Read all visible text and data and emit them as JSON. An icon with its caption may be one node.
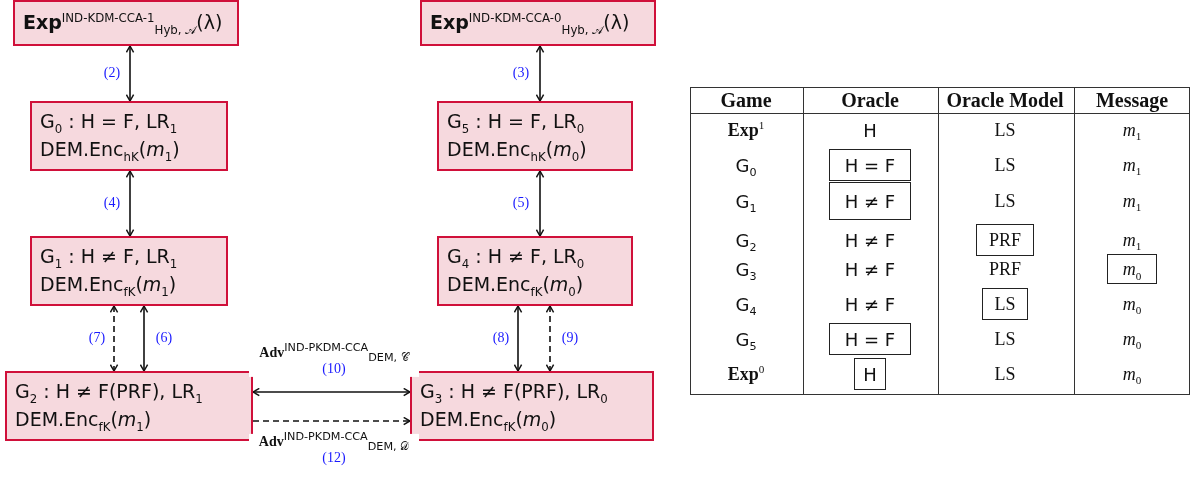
{
  "diagram": {
    "nodes": [
      {
        "text": [
          "**Exp**$^{IND-KDM-CCA-1}$$_{Hyb, 𝒜}$(λ)"
        ]
      },
      {
        "text": [
          "**Exp**$^{IND-KDM-CCA-0}$$_{Hyb, 𝒜}$(λ)"
        ]
      },
      {
        "text": [
          "G$_{0}$ : H = F, LR$_{1}$",
          "DEM.Enc$_{hK}$(*m*$_{1}$)"
        ]
      },
      {
        "text": [
          "G$_{5}$ : H = F, LR$_{0}$",
          "DEM.Enc$_{hK}$(*m*$_{0}$)"
        ]
      },
      {
        "text": [
          "G$_{1}$ : H ≠ F, LR$_{1}$",
          "DEM.Enc$_{fK}$(*m*$_{1}$)"
        ]
      },
      {
        "text": [
          "G$_{4}$ : H ≠ F, LR$_{0}$",
          "DEM.Enc$_{fK}$(*m*$_{0}$)"
        ]
      },
      {
        "text": [
          "G$_{2}$ : H ≠ F(PRF), LR$_{1}$",
          "DEM.Enc$_{fK}$(*m*$_{1}$)"
        ]
      },
      {
        "text": [
          "G$_{3}$ : H ≠ F(PRF), LR$_{0}$",
          "DEM.Enc$_{fK}$(*m*$_{0}$)"
        ]
      },
      {
        "text": [
          "H = F"
        ]
      },
      {
        "text": [
          "H ≠ F"
        ]
      },
      {
        "text": [
          "PRF"
        ]
      },
      {
        "text": [
          "*m*$_{0}$"
        ]
      },
      {
        "text": [
          "LS"
        ]
      },
      {
        "text": [
          "H = F"
        ]
      },
      {
        "text": [
          "H"
        ]
      }
    ],
    "edges": [
      {
        "from": 0,
        "to": 2,
        "arrow": "both",
        "label": "(2)"
      },
      {
        "from": 1,
        "to": 3,
        "arrow": "both",
        "label": "(3)"
      },
      {
        "from": 2,
        "to": 4,
        "arrow": "both",
        "label": "(4)"
      },
      {
        "from": 3,
        "to": 5,
        "arrow": "both",
        "label": "(5)"
      },
      {
        "from": 4,
        "to": 6,
        "arrow": "both",
        "label": "(7)",
        "style": "dashed"
      },
      {
        "from": 4,
        "to": 6,
        "arrow": "both",
        "label": "(6)"
      },
      {
        "from": 5,
        "to": 7,
        "arrow": "both",
        "label": "(8)"
      },
      {
        "from": 5,
        "to": 7,
        "arrow": "both",
        "label": "(9)",
        "style": "dashed"
      },
      {
        "from": 6,
        "to": 7,
        "arrow": "both",
        "label": "**Adv**$^{IND-PKDM-CCA}$$_{DEM, 𝒞}$ (10)"
      },
      {
        "from": 6,
        "to": 7,
        "arrow": "to",
        "label": "**Adv**$^{IND-PKDM-CCA}$$_{DEM, 𝒟}$ (12)",
        "style": "dashed"
      }
    ],
    "labels": [
      "Game",
      "Oracle",
      "Oracle Model",
      "Message",
      "**Exp**$^{1}$",
      "H",
      "LS",
      "*m*$_{1}$",
      "G$_{0}$",
      "LS",
      "*m*$_{1}$",
      "G$_{1}$",
      "LS",
      "*m*$_{1}$",
      "G$_{2}$",
      "H ≠ F",
      "*m*$_{1}$",
      "G$_{3}$",
      "H ≠ F",
      "PRF",
      "G$_{4}$",
      "H ≠ F",
      "*m*$_{0}$",
      "G$_{5}$",
      "LS",
      "*m*$_{0}$",
      "**Exp**$^{0}$",
      "LS",
      "*m*$_{0}$"
    ]
  }
}
